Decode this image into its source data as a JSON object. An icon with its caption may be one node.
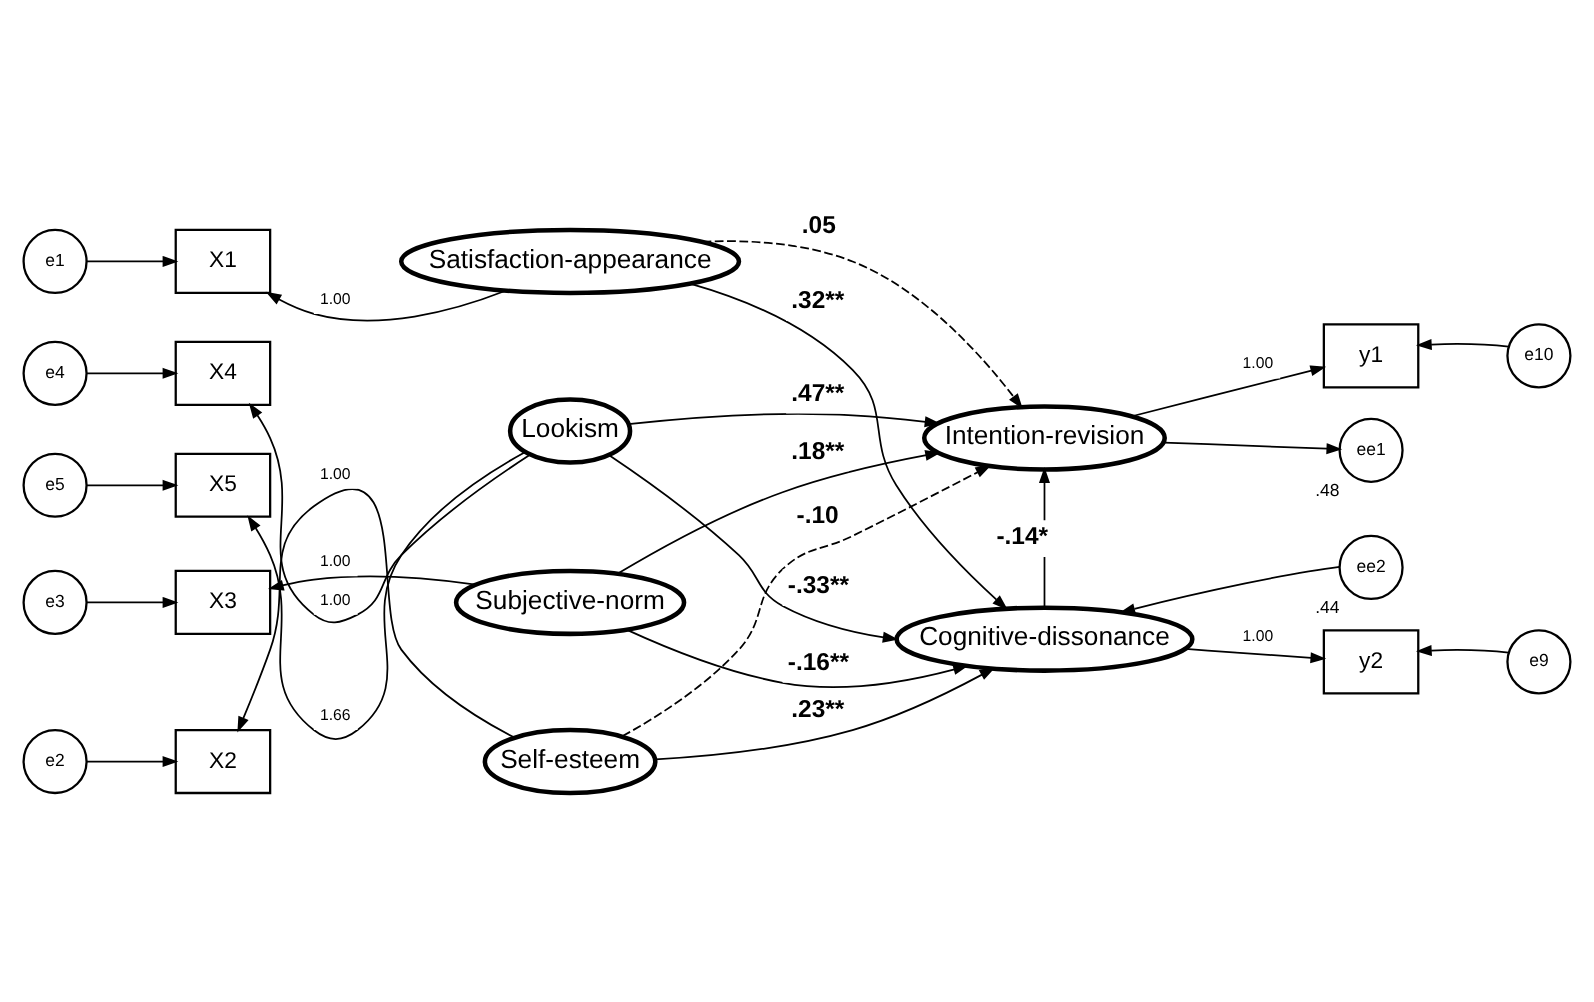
{
  "diagram": {
    "nodes": [
      {
        "text": [
          "e10"
        ]
      },
      {
        "text": [
          "e1"
        ]
      },
      {
        "text": [
          "X1"
        ]
      },
      {
        "text": [
          "Satisfaction-appearance"
        ]
      },
      {
        "text": [
          "y1"
        ]
      },
      {
        "text": [
          "e2"
        ]
      },
      {
        "text": [
          "X2"
        ]
      },
      {
        "text": [
          "Self-esteem"
        ]
      },
      {
        "text": [
          "Intention-revision"
        ]
      },
      {
        "text": [
          "e3"
        ]
      },
      {
        "text": [
          "X3"
        ]
      },
      {
        "text": [
          "Subjective-norm"
        ]
      },
      {
        "text": [
          "ee1"
        ],
        "beside": [
          ".48"
        ]
      },
      {
        "text": [
          "ee2"
        ],
        "beside": [
          ".44"
        ]
      },
      {
        "text": [
          "e4"
        ]
      },
      {
        "text": [
          "X4"
        ]
      },
      {
        "text": [
          "Cognitive-dissonance"
        ]
      },
      {
        "text": [
          "Lookism"
        ]
      },
      {
        "text": [
          "e5"
        ]
      },
      {
        "text": [
          "X5"
        ]
      },
      {
        "text": [
          "y2"
        ]
      },
      {
        "text": [
          "e9"
        ]
      }
    ],
    "edges": [
      {
        "from": 1,
        "to": 2,
        "arrow": "to"
      },
      {
        "from": 5,
        "to": 6,
        "arrow": "to"
      },
      {
        "from": 9,
        "to": 10,
        "arrow": "to"
      },
      {
        "from": 14,
        "to": 15,
        "arrow": "to"
      },
      {
        "from": 18,
        "to": 19,
        "arrow": "to"
      },
      {
        "from": 3,
        "to": 2,
        "arrow": "to",
        "label": "1.00"
      },
      {
        "from": 7,
        "to": 6,
        "arrow": "to",
        "label": "1.00"
      },
      {
        "from": 11,
        "to": 10,
        "arrow": "to",
        "label": "1.00"
      },
      {
        "from": 17,
        "to": 15,
        "arrow": "to",
        "label": "1.00"
      },
      {
        "from": 17,
        "to": 19,
        "arrow": "to",
        "label": "1.66"
      },
      {
        "from": 3,
        "to": 8,
        "arrow": "to",
        "label": ".05",
        "style": "dashed"
      },
      {
        "from": 7,
        "to": 8,
        "arrow": "to",
        "label": "-.10",
        "style": "dashed"
      },
      {
        "from": 11,
        "to": 8,
        "arrow": "to",
        "label": ".18**"
      },
      {
        "from": 17,
        "to": 8,
        "arrow": "to",
        "label": ".47**"
      },
      {
        "from": 3,
        "to": 16,
        "arrow": "to",
        "label": ".32**"
      },
      {
        "from": 7,
        "to": 16,
        "arrow": "to",
        "label": ".23**"
      },
      {
        "from": 11,
        "to": 16,
        "arrow": "to",
        "label": "-.16**"
      },
      {
        "from": 17,
        "to": 16,
        "arrow": "to",
        "label": "-.33**"
      },
      {
        "from": 16,
        "to": 8,
        "arrow": "to",
        "label": "-.14*"
      },
      {
        "from": 0,
        "to": 4,
        "arrow": "to"
      },
      {
        "from": 8,
        "to": 4,
        "arrow": "to",
        "label": "1.00"
      },
      {
        "from": 8,
        "to": 12,
        "arrow": "to"
      },
      {
        "from": 13,
        "to": 16,
        "arrow": "to"
      },
      {
        "from": 16,
        "to": 20,
        "arrow": "to",
        "label": "1.00"
      },
      {
        "from": 21,
        "to": 20,
        "arrow": "to"
      }
    ]
  }
}
